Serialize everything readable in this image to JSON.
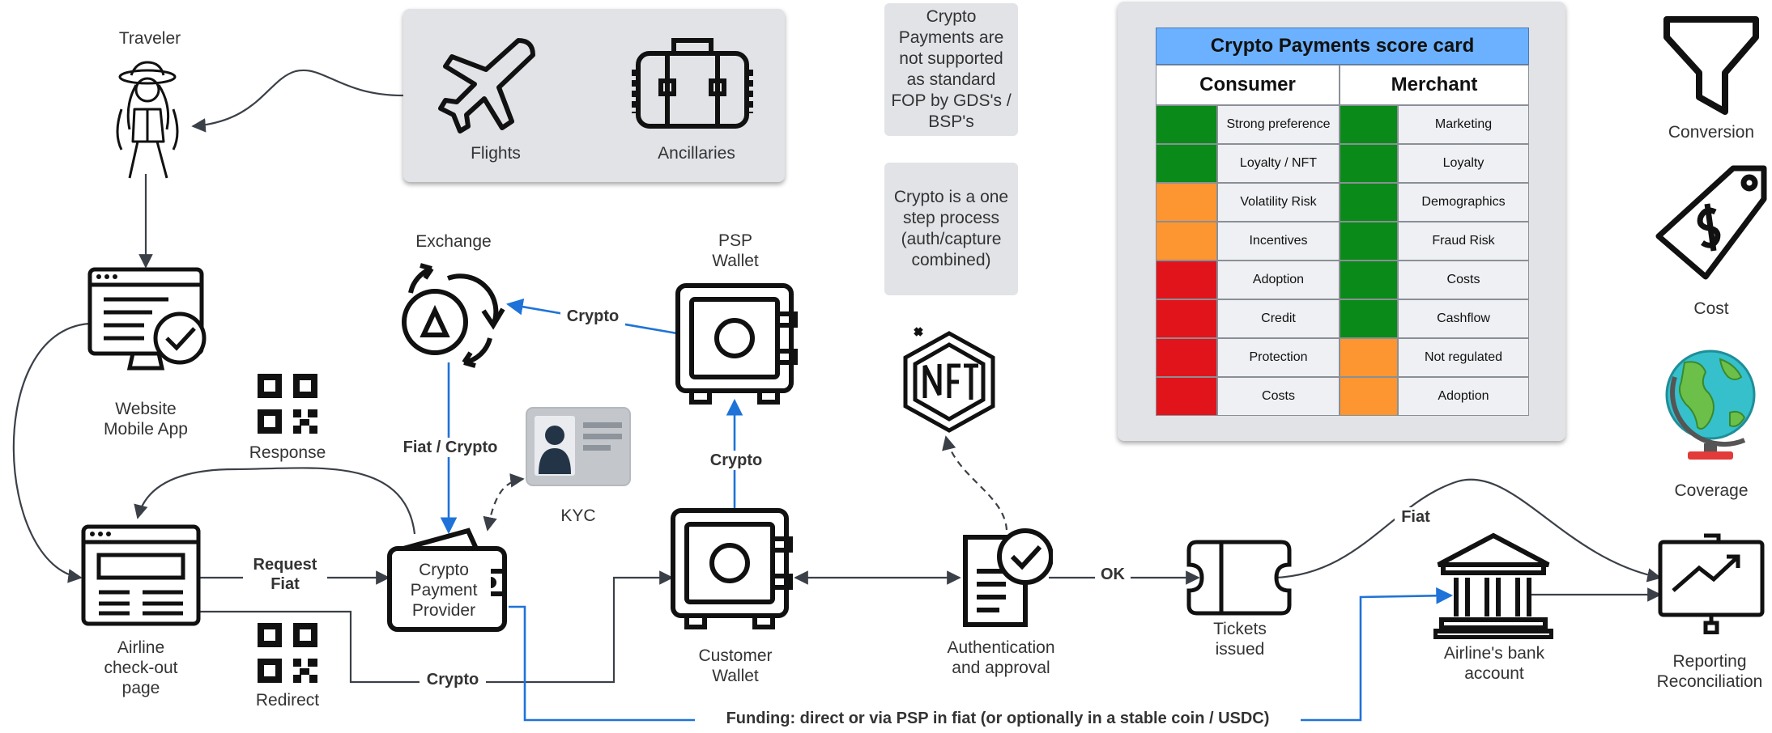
{
  "colors": {
    "edge": "#3b4048",
    "blue_edge": "#1f73d8",
    "green": "#0a8a18",
    "orange": "#fd9630",
    "red": "#e2141b",
    "scorecard_header": "#6cb1ff"
  },
  "nodes": {
    "traveler": "Traveler",
    "flights": "Flights",
    "ancillaries": "Ancillaries",
    "website": "Website\nMobile App",
    "checkout": "Airline\ncheck-out\npage",
    "response": "Response",
    "redirect": "Redirect",
    "exchange": "Exchange",
    "psp_wallet": "PSP\nWallet",
    "kyc": "KYC",
    "crypto_provider": "Crypto\nPayment\nProvider",
    "customer_wallet": "Customer\nWallet",
    "auth": "Authentication\nand approval",
    "tickets": "Tickets\nissued",
    "bank": "Airline's bank\naccount",
    "reporting": "Reporting\nReconciliation",
    "conversion": "Conversion",
    "cost": "Cost",
    "coverage": "Coverage"
  },
  "edge_labels": {
    "request_fiat": "Request\nFiat",
    "crypto_checkout": "Crypto",
    "fiat_crypto": "Fiat / Crypto",
    "crypto_psp_exchange": "Crypto",
    "crypto_customer_psp": "Crypto",
    "ok": "OK",
    "fiat": "Fiat",
    "funding": "Funding: direct or via PSP in fiat (or optionally in a stable coin / USDC)"
  },
  "notes": {
    "gds": "Crypto\nPayments are\nnot supported\nas standard\nFOP by GDS's /\nBSP's",
    "one_step": "Crypto is a one\nstep process\n(auth/capture\ncombined)"
  },
  "icons": {
    "plane": "plane-icon",
    "suitcase": "suitcase-icon",
    "traveler": "traveler-icon",
    "website": "website-icon",
    "checkout": "checkout-page-icon",
    "qr": "qr-code-icon",
    "exchange": "exchange-icon",
    "safe": "safe-icon",
    "kyc": "id-card-icon",
    "wallet": "wallet-icon",
    "nft": "nft-icon",
    "approval": "approval-document-icon",
    "ticket": "ticket-icon",
    "bank": "bank-icon",
    "reporting": "reporting-chart-icon",
    "funnel": "funnel-icon",
    "price_tag": "price-tag-icon",
    "globe": "globe-icon"
  },
  "scorecard": {
    "title": "Crypto Payments score card",
    "consumer_header": "Consumer",
    "merchant_header": "Merchant",
    "rows": [
      {
        "consumer": "Strong preference",
        "consumer_status": "green",
        "merchant": "Marketing",
        "merchant_status": "green"
      },
      {
        "consumer": "Loyalty / NFT",
        "consumer_status": "green",
        "merchant": "Loyalty",
        "merchant_status": "green"
      },
      {
        "consumer": "Volatility Risk",
        "consumer_status": "orange",
        "merchant": "Demographics",
        "merchant_status": "green"
      },
      {
        "consumer": "Incentives",
        "consumer_status": "orange",
        "merchant": "Fraud Risk",
        "merchant_status": "green"
      },
      {
        "consumer": "Adoption",
        "consumer_status": "red",
        "merchant": "Costs",
        "merchant_status": "green"
      },
      {
        "consumer": "Credit",
        "consumer_status": "red",
        "merchant": "Cashflow",
        "merchant_status": "green"
      },
      {
        "consumer": "Protection",
        "consumer_status": "red",
        "merchant": "Not regulated",
        "merchant_status": "orange"
      },
      {
        "consumer": "Costs",
        "consumer_status": "red",
        "merchant": "Adoption",
        "merchant_status": "orange"
      }
    ]
  }
}
